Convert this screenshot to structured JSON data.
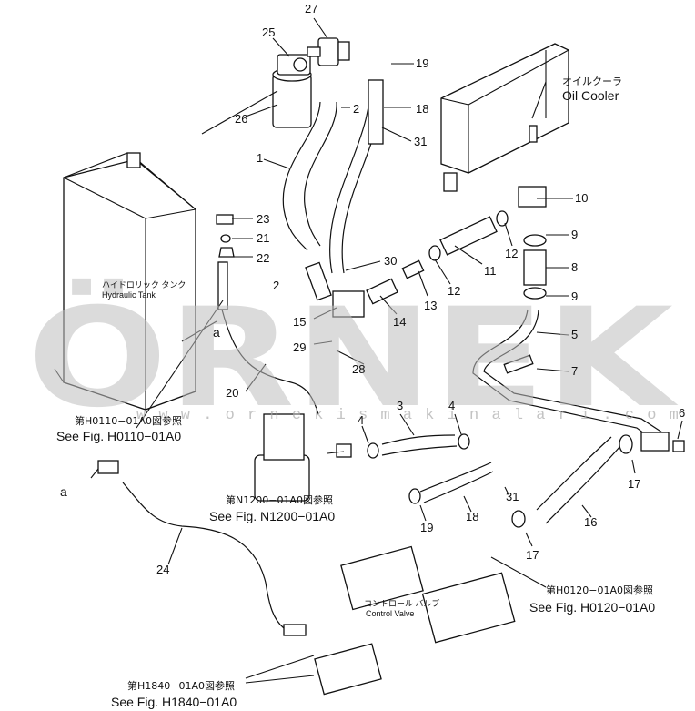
{
  "watermark": {
    "logo": "ÖRNEK",
    "url": "w w w . o r n e k i s m a k i n a l a r i . c o m . t r"
  },
  "callouts": {
    "c1": "1",
    "c2": "2",
    "c3": "3",
    "c4": "4",
    "c5": "5",
    "c6": "6",
    "c7": "7",
    "c8": "8",
    "c9": "9",
    "c10": "10",
    "c11": "11",
    "c12": "12",
    "c13": "13",
    "c14": "14",
    "c15": "15",
    "c16": "16",
    "c17": "17",
    "c18": "18",
    "c19": "19",
    "c20": "20",
    "c21": "21",
    "c22": "22",
    "c23": "23",
    "c24": "24",
    "c25": "25",
    "c26": "26",
    "c27": "27",
    "c28": "28",
    "c29": "29",
    "c30": "30",
    "c31": "31"
  },
  "markers": {
    "a": "a"
  },
  "labels": {
    "oil_cooler_jp": "オイルクーラ",
    "oil_cooler_en": "Oil Cooler",
    "hydraulic_tank_jp": "ハイドロリック タンク",
    "hydraulic_tank_en": "Hydraulic Tank",
    "control_valve_jp": "コントロール バルブ",
    "control_valve_en": "Control Valve"
  },
  "refs": {
    "h0110_jp": "第H0110−01A0図参照",
    "h0110_en": "See Fig. H0110−01A0",
    "n1200_jp": "第N1200−01A0図参照",
    "n1200_en": "See Fig. N1200−01A0",
    "h0120_jp": "第H0120−01A0図参照",
    "h0120_en": "See Fig. H0120−01A0",
    "h1840_jp": "第H1840−01A0図参照",
    "h1840_en": "See Fig. H1840−01A0"
  }
}
